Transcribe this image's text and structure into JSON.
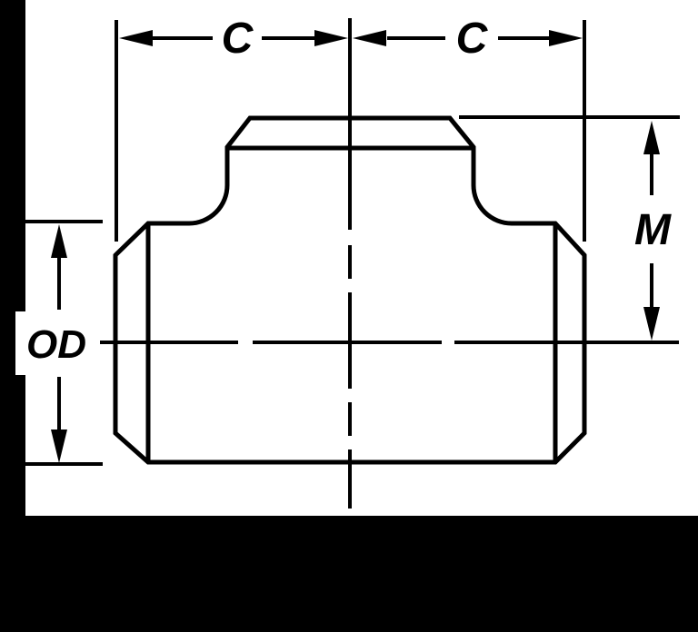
{
  "labels": {
    "c_left": "C",
    "c_right": "C",
    "m": "M",
    "od": "OD"
  },
  "colors": {
    "line": "#000000",
    "background": "#ffffff",
    "frame": "#000000"
  }
}
